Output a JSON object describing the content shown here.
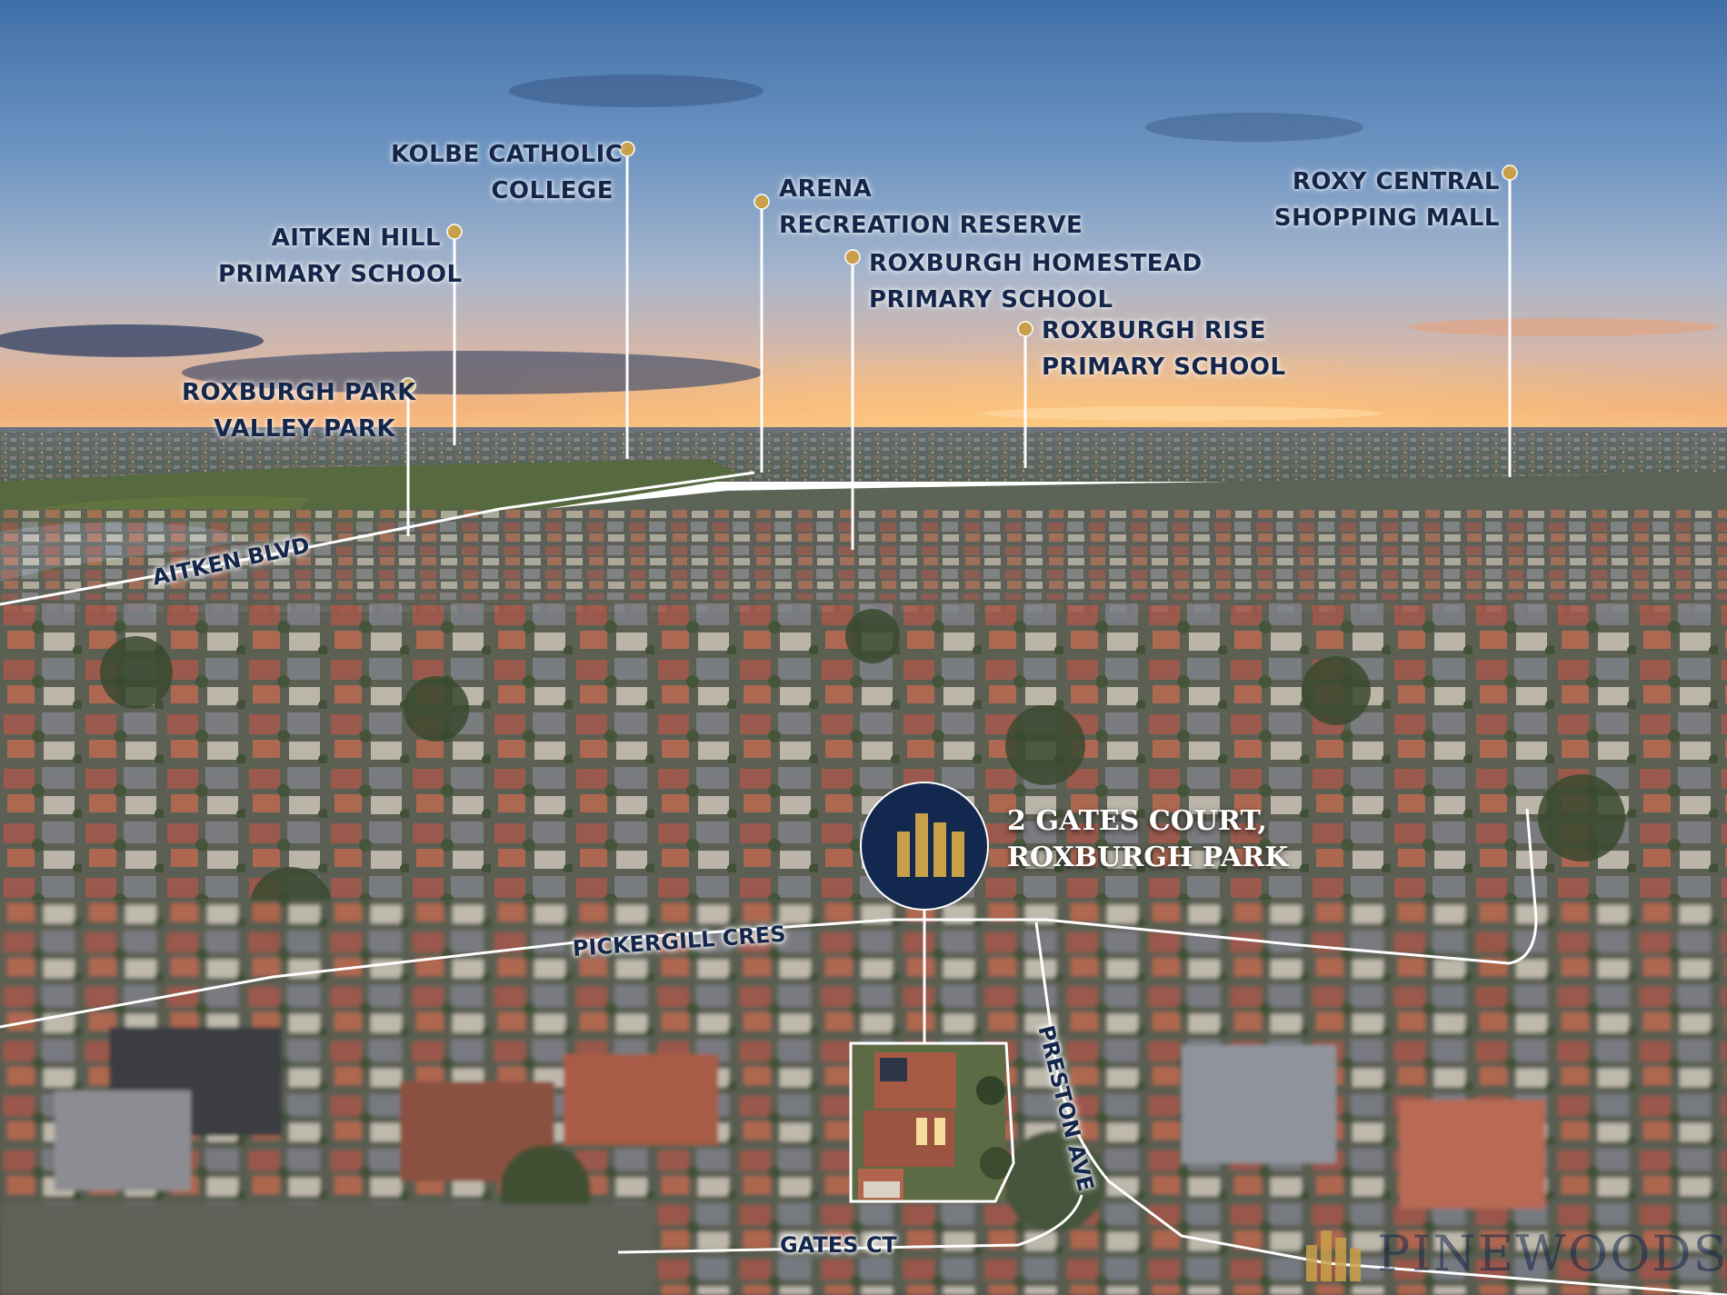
{
  "landmarks": [
    {
      "line1": "KOLBE CATHOLIC",
      "line2": "COLLEGE"
    },
    {
      "line1": "AITKEN HILL",
      "line2": "PRIMARY SCHOOL"
    },
    {
      "line1": "ROXBURGH PARK",
      "line2": "VALLEY PARK"
    },
    {
      "line1": "ARENA",
      "line2": "RECREATION RESERVE"
    },
    {
      "line1": "ROXBURGH HOMESTEAD",
      "line2": "PRIMARY SCHOOL"
    },
    {
      "line1": "ROXBURGH RISE",
      "line2": "PRIMARY SCHOOL"
    },
    {
      "line1": "ROXY CENTRAL",
      "line2": "SHOPPING MALL"
    }
  ],
  "streets": {
    "aitken": "AITKEN BLVD",
    "pickergill": "PICKERGILL CRES",
    "preston": "PRESTON AVE",
    "gates": "GATES CT"
  },
  "property": {
    "line1": "2 GATES COURT,",
    "line2": "ROXBURGH PARK"
  },
  "brand": {
    "name": "PINEWOODS"
  },
  "colors": {
    "marker_gold": "#c9a04a",
    "label_navy": "#14264a",
    "badge_navy": "#13284f"
  }
}
